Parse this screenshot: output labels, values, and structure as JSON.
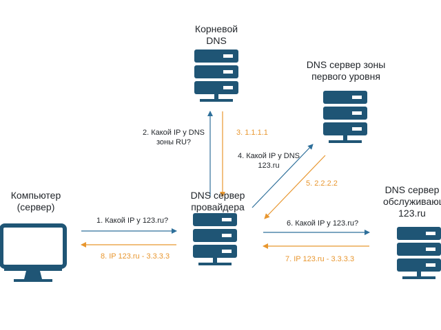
{
  "colors": {
    "navy": "#1f5575",
    "arrow_blue": "#2e6f9a",
    "answer_orange": "#e8962e",
    "text": "#1f2328"
  },
  "nodes": {
    "root_dns": {
      "line1": "Корневой",
      "line2": "DNS",
      "icon": "server-icon"
    },
    "tld_dns": {
      "line1": "DNS сервер зоны",
      "line2": "первого уровня",
      "icon": "server-icon"
    },
    "provider_dns": {
      "line1": "DNS сервер",
      "line2": "провайдера",
      "icon": "server-icon"
    },
    "auth_dns": {
      "line1": "DNS сервер",
      "line2": "обслуживающ",
      "line3": "123.ru",
      "icon": "server-icon"
    },
    "computer": {
      "line1": "Компьютер",
      "line2": "(сервер)",
      "icon": "monitor-icon"
    }
  },
  "steps": {
    "s1": "1. Какой IP у 123.ru?",
    "s2_line1": "2. Какой IP у DNS",
    "s2_line2": "зоны RU?",
    "s3": "3. 1.1.1.1",
    "s4_line1": "4. Какой IP у DNS",
    "s4_line2": "123.ru",
    "s5": "5. 2.2.2.2",
    "s6": "6. Какой IP у 123.ru?",
    "s7": "7.  IP 123.ru - 3.3.3.3",
    "s8": "8. IP 123.ru - 3.3.3.3"
  }
}
